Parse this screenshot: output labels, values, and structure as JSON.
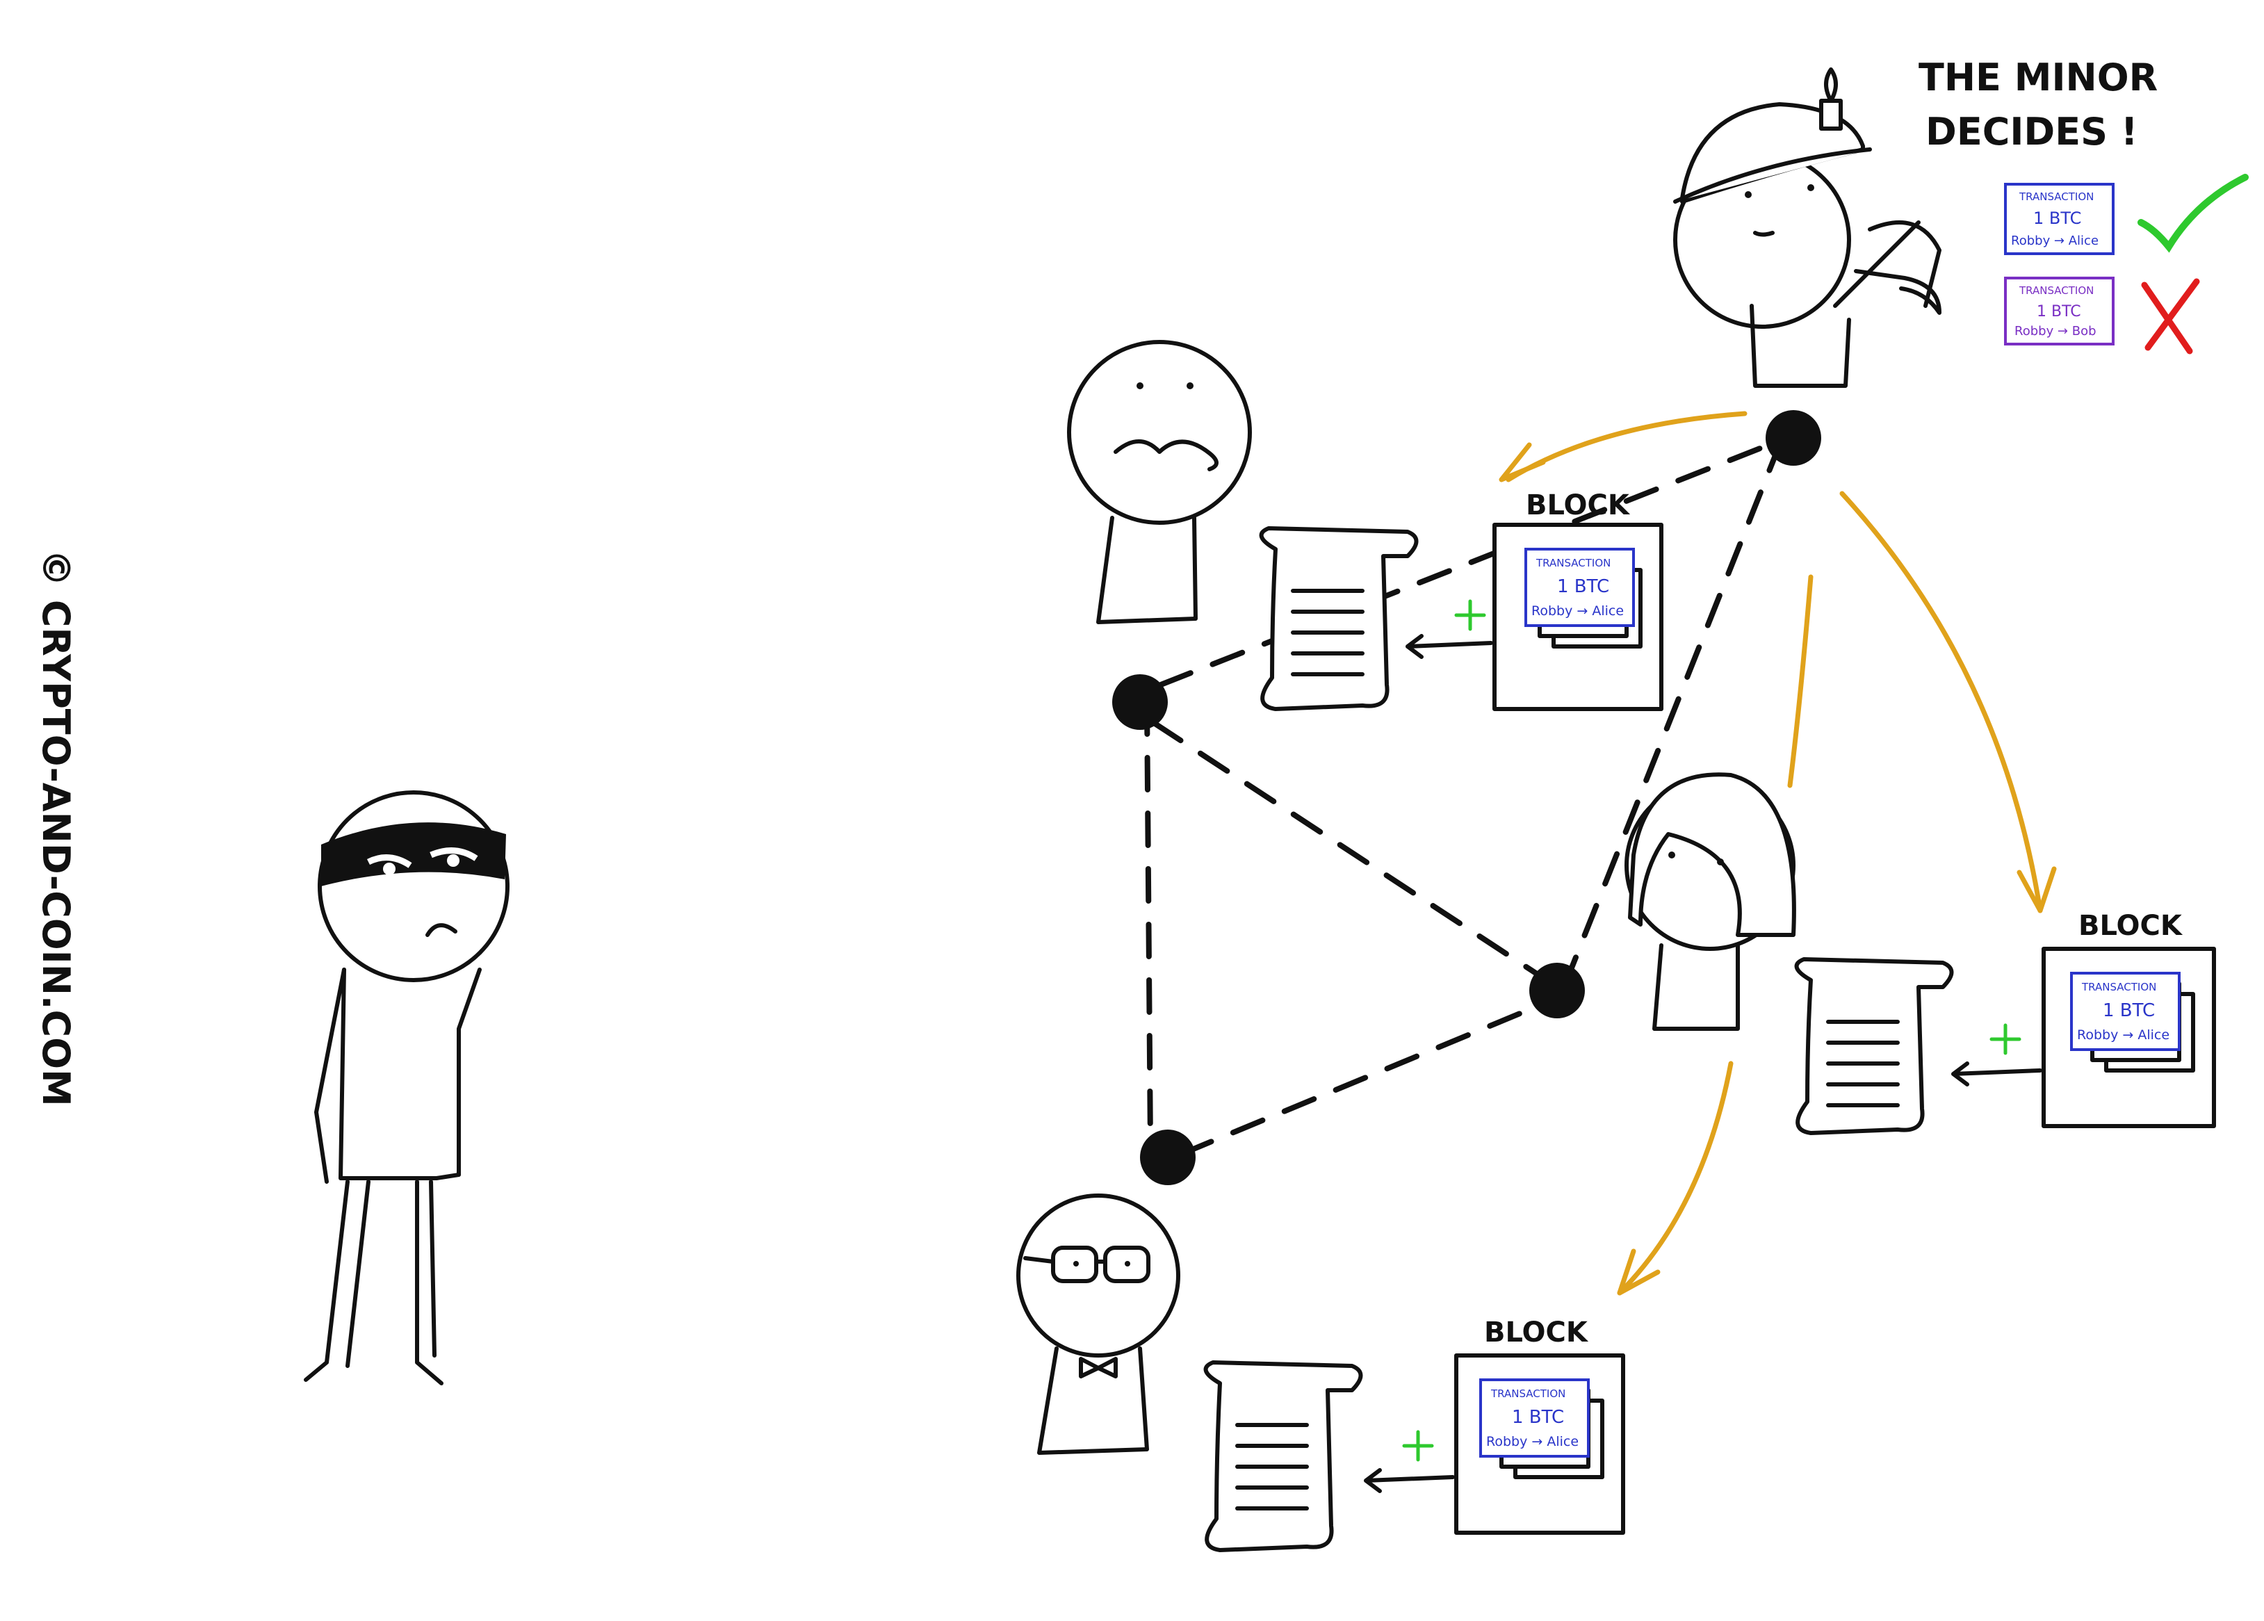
{
  "copyright": "© CRYPTO-AND-COIN.COM",
  "caption": {
    "line1": "THE MINOR",
    "line2": "DECIDES !"
  },
  "block_label": "BLOCK",
  "transaction": {
    "title": "TRANSACTION",
    "amount": "1 BTC",
    "from_to": "Robby → Alice"
  },
  "rejected_transaction": {
    "title": "TRANSACTION",
    "amount": "1 BTC",
    "from_to": "Robby → Bob"
  },
  "plus_sign": "+",
  "colors": {
    "ink": "#111111",
    "arrow_gold": "#e0a21b",
    "tx_blue": "#2a35c9",
    "tx_purple": "#7a2fc4",
    "check_green": "#2ec92e",
    "cross_red": "#e11d1d"
  },
  "icons": [
    "thief-figure",
    "mustache-person",
    "miner-with-helmet-and-pickaxe",
    "girl-with-hair",
    "person-with-glasses-and-bowtie",
    "scroll-ledger",
    "checkmark",
    "cross-mark"
  ]
}
